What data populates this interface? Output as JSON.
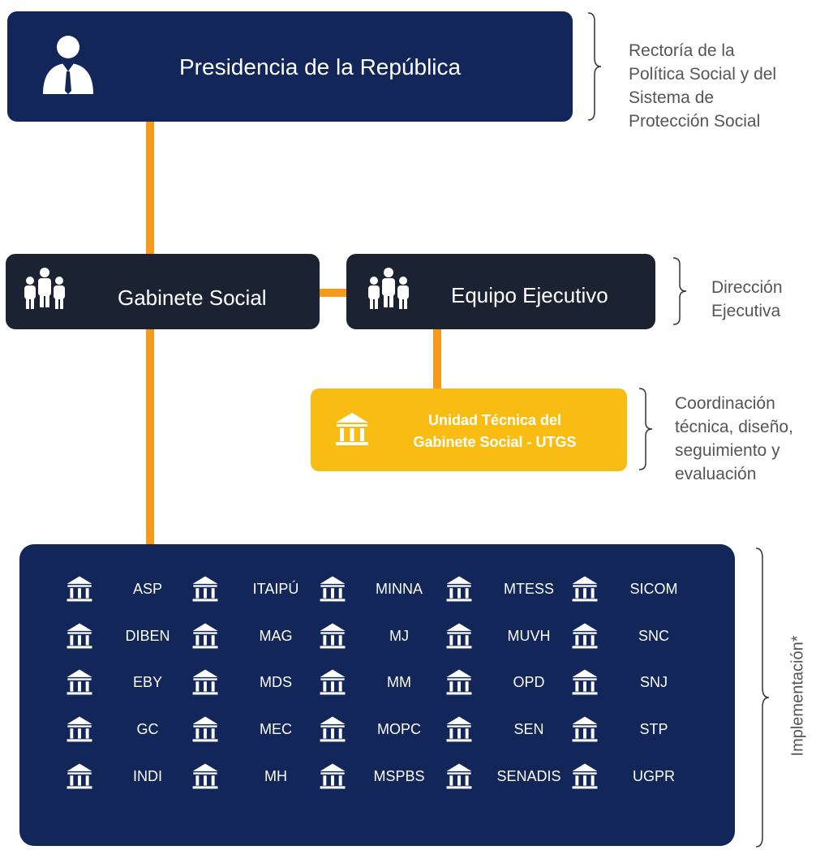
{
  "nodes": {
    "presidencia": "Presidencia de la República",
    "gabinete": "Gabinete Social",
    "equipo": "Equipo Ejecutivo",
    "utgs_line1": "Unidad Técnica del",
    "utgs_line2": "Gabinete Social - UTGS"
  },
  "side_labels": {
    "rectoria": [
      "Rectoría de la",
      "Política Social y del",
      "Sistema de",
      "Protección Social"
    ],
    "direccion": [
      "Dirección",
      "Ejecutiva"
    ],
    "coordinacion": [
      "Coordinación",
      "técnica, diseño,",
      "seguimiento y",
      "evaluación"
    ],
    "implementacion": "Implementación*"
  },
  "institutions": [
    [
      "ASP",
      "ITAIPÚ",
      "MINNA",
      "MTESS",
      "SICOM"
    ],
    [
      "DIBEN",
      "MAG",
      "MJ",
      "MUVH",
      "SNC"
    ],
    [
      "EBY",
      "MDS",
      "MM",
      "OPD",
      "SNJ"
    ],
    [
      "GC",
      "MEC",
      "MOPC",
      "SEN",
      "STP"
    ],
    [
      "INDI",
      "MH",
      "MSPBS",
      "SENADIS",
      "UGPR"
    ]
  ],
  "colors": {
    "navy": "#122659",
    "dark": "#1b2333",
    "gold": "#f8bc12",
    "connector": "#f59a1c"
  }
}
